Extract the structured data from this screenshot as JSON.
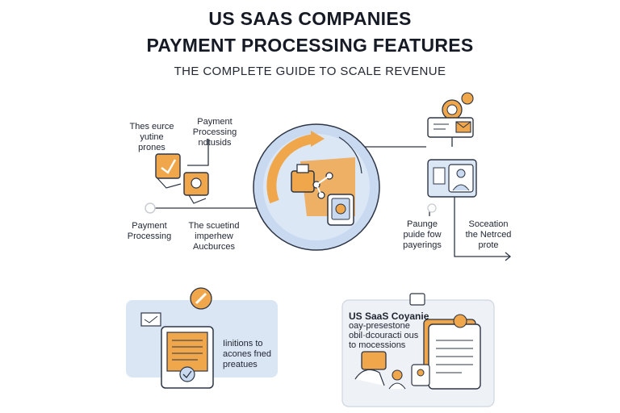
{
  "header": {
    "title_line1": "US SAAS COMPANIES",
    "title_line2": "PAYMENT PROCESSING FEATURES",
    "subtitle": "THE COMPLETE GUIDE TO SCALE REVENUE"
  },
  "diagram": {
    "label_top_left": [
      "Thes eurce",
      "yutine",
      "prones"
    ],
    "label_top_middle": [
      "Payment",
      "Processing",
      "ndtusids"
    ],
    "label_bottom_left": [
      "Payment",
      "Processing"
    ],
    "label_bottom_middle": [
      "The scuetind",
      "imperhew",
      "Aucburces"
    ],
    "label_right_left": [
      "Paunge",
      "puide fow",
      "payerings"
    ],
    "label_right_right": [
      "Soceation",
      "the Netrced",
      "prote"
    ]
  },
  "card_left": {
    "text": [
      "Iinitions to",
      "acones fned",
      "preatues"
    ]
  },
  "card_right": {
    "title": "US SaaS Coyanie",
    "text": [
      "oay-presestone",
      "obil·dcouracti ous",
      "to mocessions"
    ]
  },
  "colors": {
    "accent_orange": "#f0a64a",
    "light_blue": "#c9daf0",
    "outline": "#2d3545",
    "card_bg": "#dbe6f4"
  },
  "icons": [
    "gear-icon",
    "payment-card-icon",
    "phone-user-icon",
    "user-profile-icon",
    "mail-icon",
    "tablet-icon",
    "hand-card-icon",
    "tools-icon",
    "clipboard-icon",
    "coin-icon"
  ]
}
